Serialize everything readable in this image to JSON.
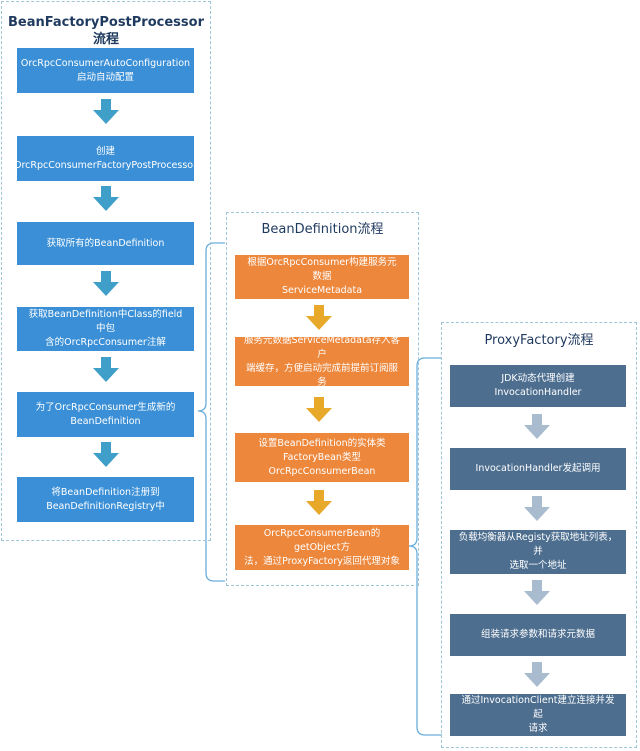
{
  "panels": {
    "bfpp": {
      "title": "BeanFactoryPostProcessor\n流程",
      "steps": [
        "OrcRpcConsumerAutoConfiguration\n启动自动配置",
        "创建\nOrcRpcConsumerFactoryPostProcessor",
        "获取所有的BeanDefinition",
        "获取BeanDefinition中Class的field中包\n含的OrcRpcConsumer注解",
        "为了OrcRpcConsumer生成新的\nBeanDefinition",
        "将BeanDefinition注册到\nBeanDefinitionRegistry中"
      ]
    },
    "beandef": {
      "title": "BeanDefinition流程",
      "steps": [
        "根据OrcRpcConsumer构建服务元数据\nServiceMetadata",
        "服务元数据ServiceMetadata存入客户\n端缓存，方便启动完成前提前订阅服务",
        "设置BeanDefinition的实体类\nFactoryBean类型\nOrcRpcConsumerBean",
        "OrcRpcConsumerBean的getObject方\n法，通过ProxyFactory返回代理对象"
      ]
    },
    "proxy": {
      "title": "ProxyFactory流程",
      "steps": [
        "JDK动态代理创建InvocationHandler",
        "InvocationHandler发起调用",
        "负载均衡器从Registy获取地址列表，并\n选取一个地址",
        "组装请求参数和请求元数据",
        "通过InvocationClient建立连接并发起\n请求"
      ]
    }
  },
  "colors": {
    "blue_box": "#3a8fd6",
    "blue_arrow": "#3f9fc8",
    "orange_box": "#ec873c",
    "orange_arrow": "#e8a82a",
    "slate_box": "#4d6e8f",
    "slate_arrow": "#a9bccf",
    "border": "#9ec6d8",
    "title_text": "#1f3a5f"
  }
}
